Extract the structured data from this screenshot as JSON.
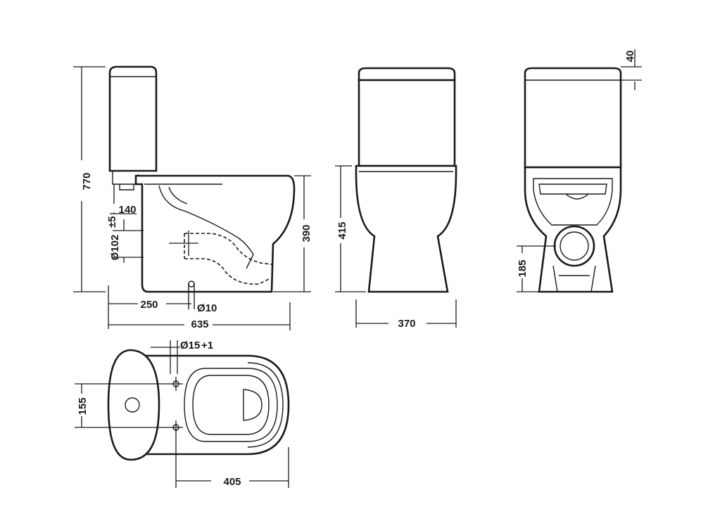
{
  "dimensions": {
    "height_total": "770",
    "outlet_height": "140",
    "outlet_diameter_main": "Ø102",
    "outlet_diameter_tol": "±5",
    "bowl_height": "390",
    "set_back": "250",
    "fixing_hole": "Ø10",
    "overall_depth": "635",
    "pan_height_front": "415",
    "width": "370",
    "cistern_overhang": "40",
    "outlet_center_height": "185",
    "water_inlet_main": "Ø15",
    "water_inlet_tol": "+1",
    "fixing_spacing": "155",
    "pan_depth_top": "405"
  },
  "colors": {
    "line": "#1a1a1a",
    "background": "#ffffff"
  }
}
